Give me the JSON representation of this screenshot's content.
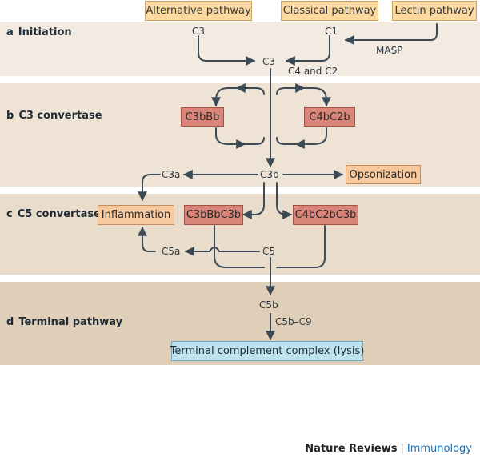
{
  "pathways": {
    "alternative": "Alternative pathway",
    "classical": "Classical pathway",
    "lectin": "Lectin pathway"
  },
  "sections": {
    "a": {
      "letter": "a",
      "title": "Initiation"
    },
    "b": {
      "letter": "b",
      "title": "C3 convertase"
    },
    "c": {
      "letter": "c",
      "title": "C5 convertase"
    },
    "d": {
      "letter": "d",
      "title": "Terminal pathway"
    }
  },
  "molecules": {
    "c3_top": "C3",
    "c1": "C1",
    "masp": "MASP",
    "c3_center": "C3",
    "c4_c2": "C4 and C2",
    "c3a": "C3a",
    "c3b": "C3b",
    "c5a": "C5a",
    "c5": "C5",
    "c5b": "C5b",
    "c5b_c9": "C5b–C9"
  },
  "enzymes": {
    "c3bbb": "C3bBb",
    "c4bc2b": "C4bC2b",
    "c3bbbc3b": "C3bBbC3b",
    "c4bc2bc3b": "C4bC2bC3b"
  },
  "outcomes": {
    "opsonization": "Opsonization",
    "inflammation": "Inflammation",
    "terminal_complex": "Terminal complement complex (lysis)"
  },
  "credit": {
    "publisher": "Nature Reviews",
    "separator": "|",
    "journal": "Immunology"
  },
  "colors": {
    "arrow": "#3c4a55",
    "band_a": "#f3ebe2",
    "band_b": "#efe3d5",
    "band_c": "#e9dccb",
    "band_d": "#e0cfb8",
    "pathway_box": "#fbd9a0",
    "enzyme_box": "#da8579",
    "outcome_box": "#f7c99e",
    "terminal_box": "#bfe2ef"
  }
}
